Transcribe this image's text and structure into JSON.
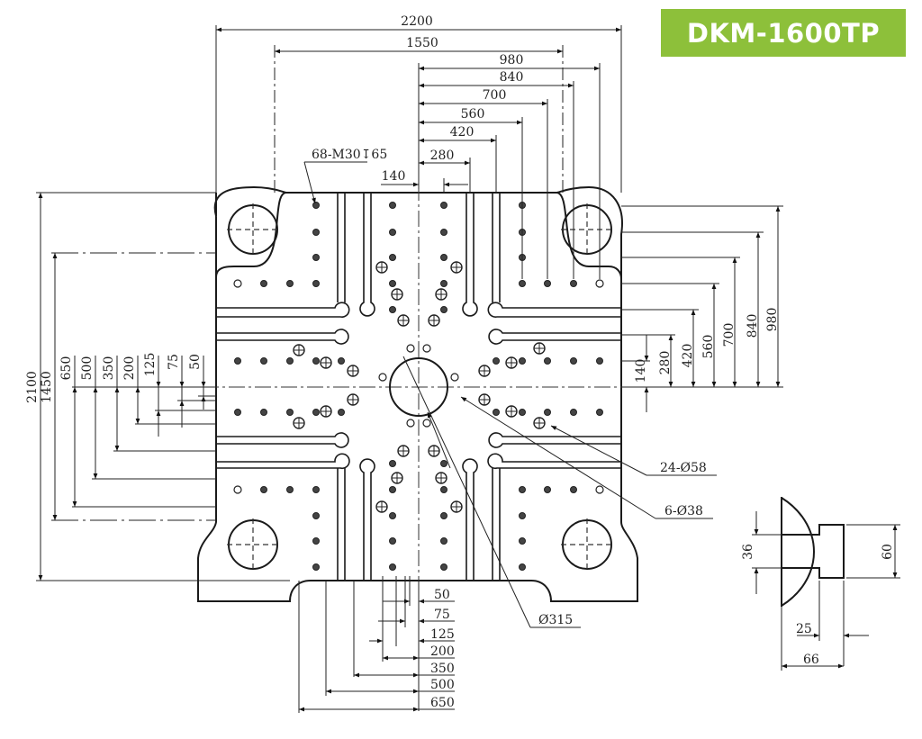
{
  "title": "DKM-1600TP",
  "brand_color": "#8dc03a",
  "drawing": {
    "top_dims": [
      "2200",
      "1550",
      "980",
      "840",
      "700",
      "560",
      "420",
      "280",
      "140"
    ],
    "right_dims": [
      "980",
      "840",
      "700",
      "560",
      "420",
      "280",
      "140"
    ],
    "left_outer_dims": [
      "2100",
      "1450"
    ],
    "left_inner_dims": [
      "650",
      "500",
      "350",
      "200",
      "125",
      "75",
      "50"
    ],
    "bottom_dims": [
      "50",
      "75",
      "125",
      "200",
      "350",
      "500",
      "650"
    ],
    "callouts": {
      "tapped_holes": "68-M30↧65",
      "large_holes": "24-Ø58",
      "small_holes": "6-Ø38",
      "center_bore": "Ø315"
    },
    "tslot_detail": {
      "dims": [
        "36",
        "60",
        "25",
        "66"
      ]
    }
  }
}
